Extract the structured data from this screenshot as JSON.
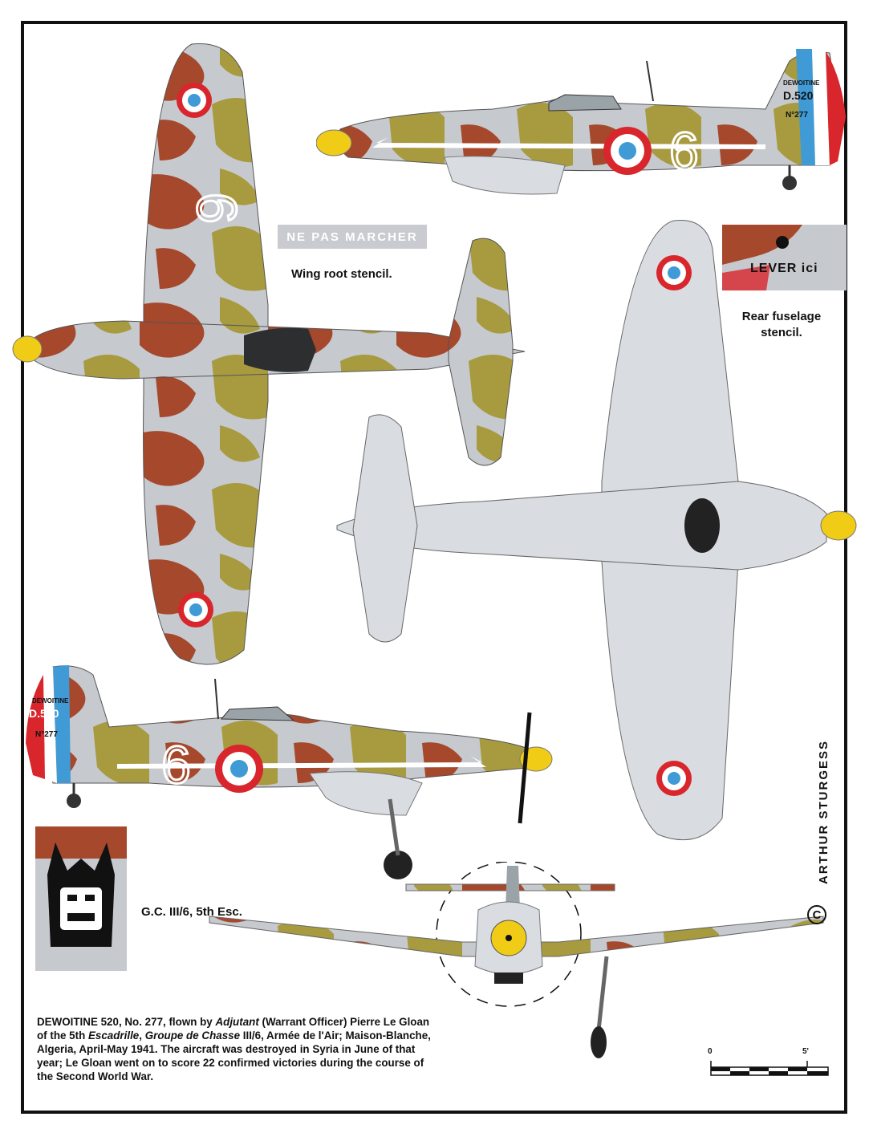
{
  "stencil_wing": "NE PAS MARCHER",
  "caption_wing": "Wing root stencil.",
  "stencil_rear": "LEVER ici",
  "caption_rear_line1": "Rear fuselage",
  "caption_rear_line2": "stencil.",
  "caption_unit": "G.C. III/6, 5th Esc.",
  "fin_text": {
    "maker": "DEWOITINE",
    "type": "D.520",
    "number": "N°277"
  },
  "fuselage_number": "6",
  "artist": "ARTHUR STURGESS",
  "copyright_symbol": "C",
  "scale": {
    "start": "0",
    "end": "5'"
  },
  "description": {
    "aircraft": "DEWOITINE 520, No. 277,",
    "text1": " flown by ",
    "rank": "Adjutant",
    "text2": " (Warrant Officer) Pierre Le Gloan of the 5th ",
    "escadrille": "Escadrille",
    "text3": ", ",
    "groupe": "Groupe de Chasse",
    "text4": " III/6, Armée de l'Air; Maison-Blanche, Algeria, April-May 1941.  The aircraft was destroyed in Syria in June of that year; Le Gloan went on to score 22 confirmed victories during the course of the Second World War."
  },
  "colors": {
    "camo_brown": "#a5482c",
    "camo_olive": "#a79a3f",
    "camo_grey": "#c6c9ce",
    "underside": "#d9dde2",
    "spinner": "#f1cc16",
    "roundel_red": "#d8262c",
    "roundel_blue": "#3f9ad6",
    "frame": "#111111"
  }
}
